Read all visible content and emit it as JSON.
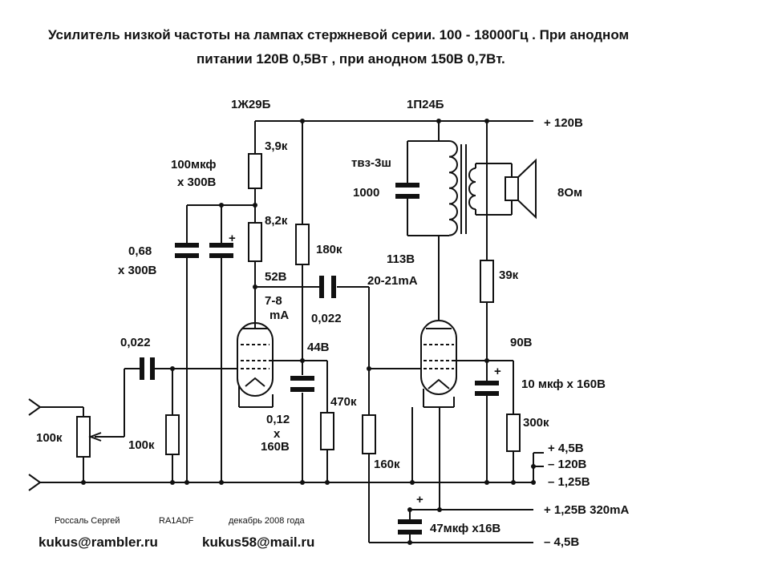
{
  "title": {
    "line1": "Усилитель низкой частоты  на лампах стержневой серии. 100 - 18000Гц .  При анодном",
    "line2": "питании 120В 0,5Вт , при анодном 150В  0,7Вт."
  },
  "tubes": {
    "v1": "1Ж29Б",
    "v2": "1П24Б"
  },
  "components": {
    "r_3_9k": "3,9к",
    "r_8_2k": "8,2к",
    "r_180k": "180к",
    "r_39k": "39к",
    "r_100k_pot": "100к",
    "r_100k": "100к",
    "r_470k": "470к",
    "r_160k": "160к",
    "r_300k": "300к",
    "c_100u_1": "100мкф",
    "c_100u_2": "х 300В",
    "c_068_1": "0,68",
    "c_068_2": "х 300В",
    "c_in": "0,022",
    "c_couple": "0,022",
    "c_012_1": "0,12",
    "c_012_2": "х",
    "c_012_3": "160В",
    "c_tr": "1000",
    "c_10u": "10 мкф  х 160В",
    "c_47u": "47мкф  х16В",
    "transformer": "твз-3ш",
    "speaker": "8Ом",
    "plus": "+"
  },
  "measurements": {
    "v_52": "52В",
    "i_78_1": "7-8",
    "i_78_2": "mA",
    "v_44": "44В",
    "v_113": "113В",
    "i_2021": "20-21mA",
    "v_90": "90В"
  },
  "rails": {
    "plus_120": "+ 120В",
    "plus_45": "+ 4,5В",
    "minus_120": "– 120В",
    "minus_125": "– 1,25В",
    "plus_125": "+ 1,25В  320mA",
    "minus_45": "–  4,5В"
  },
  "credits": {
    "author": "Россаль Сергей",
    "callsign": "RA1ADF",
    "date": "декабрь 2008 года",
    "email1": "kukus@rambler.ru",
    "email2": "kukus58@mail.ru"
  }
}
